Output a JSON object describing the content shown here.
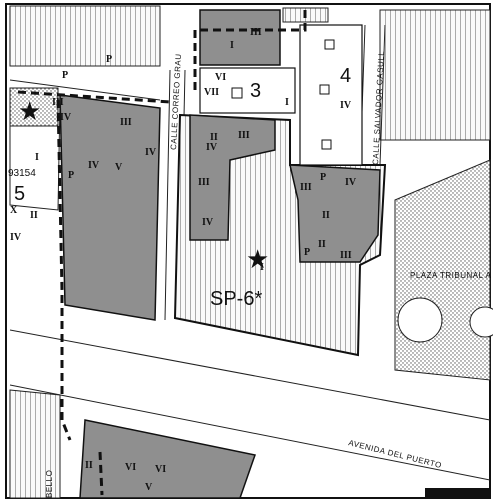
{
  "streets": {
    "calle_grau": "CALLE CORREO GRAU",
    "calle_gasull": "CALLE SALVADOR GASULL",
    "plaza": "PLAZA TRIBUNAL A",
    "avenida": "AVENIDA DEL PUERTO"
  },
  "zone_label": "SP-6*",
  "zone_numbers": {
    "n3": "3",
    "n4": "4",
    "n5": "5"
  },
  "parcel_ref": "93154",
  "floors": {
    "a": "III",
    "b": "I",
    "c": "IV",
    "d": "VI",
    "e": "VII",
    "f": "II",
    "g": "V",
    "h": "X"
  },
  "parking": "P",
  "colors": {
    "ink": "#111111",
    "grey_block": "#8f8f8f",
    "light_block": "#f2f2f2"
  }
}
